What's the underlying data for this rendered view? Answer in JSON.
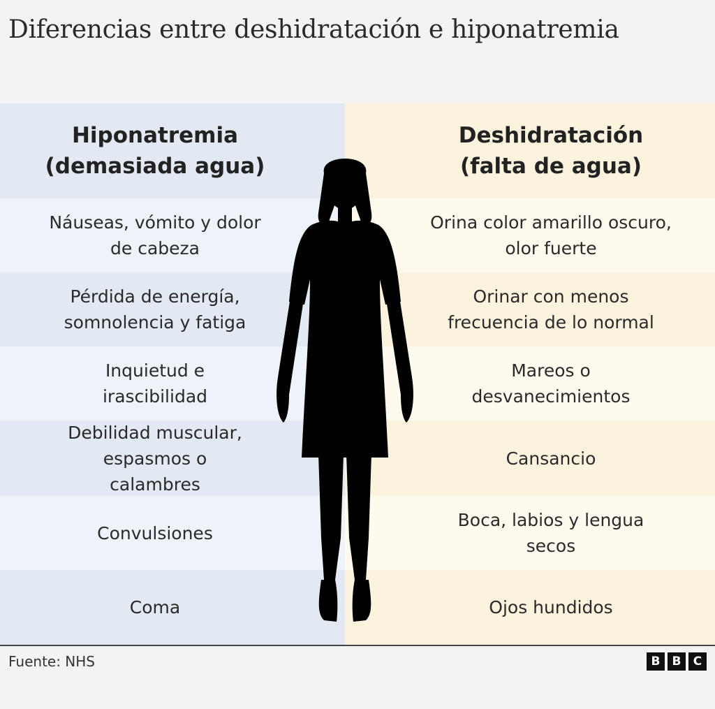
{
  "title": "Diferencias entre deshidratación e hiponatremia",
  "left": {
    "header_line1": "Hiponatremia",
    "header_line2": "(demasiada agua)",
    "items": [
      [
        "Náuseas, vómito y dolor",
        "de cabeza"
      ],
      [
        "Pérdida de energía,",
        "somnolencia y fatiga"
      ],
      [
        "Inquietud e",
        "irascibilidad"
      ],
      [
        "Debilidad muscular,",
        "espasmos o",
        "calambres"
      ],
      [
        "Convulsiones"
      ],
      [
        "Coma"
      ]
    ]
  },
  "right": {
    "header_line1": "Deshidratación",
    "header_line2": "(falta de agua)",
    "items": [
      [
        "Orina color amarillo oscuro,",
        "olor fuerte"
      ],
      [
        "Orinar con menos",
        "frecuencia de lo normal"
      ],
      [
        "Mareos o",
        "desvanecimientos"
      ],
      [
        "Cansancio"
      ],
      [
        "Boca, labios y lengua",
        "secos"
      ],
      [
        "Ojos hundidos"
      ]
    ]
  },
  "footer": {
    "source": "Fuente: NHS",
    "logo_letters": [
      "B",
      "B",
      "C"
    ]
  },
  "colors": {
    "left_panel": "#e3e9f2",
    "right_panel": "#fcf3de",
    "figure_dark": "#0f4d7d",
    "figure_light": "#b9b8a5",
    "skin_dark": "#36555f",
    "skin_light": "#efd5a6"
  }
}
